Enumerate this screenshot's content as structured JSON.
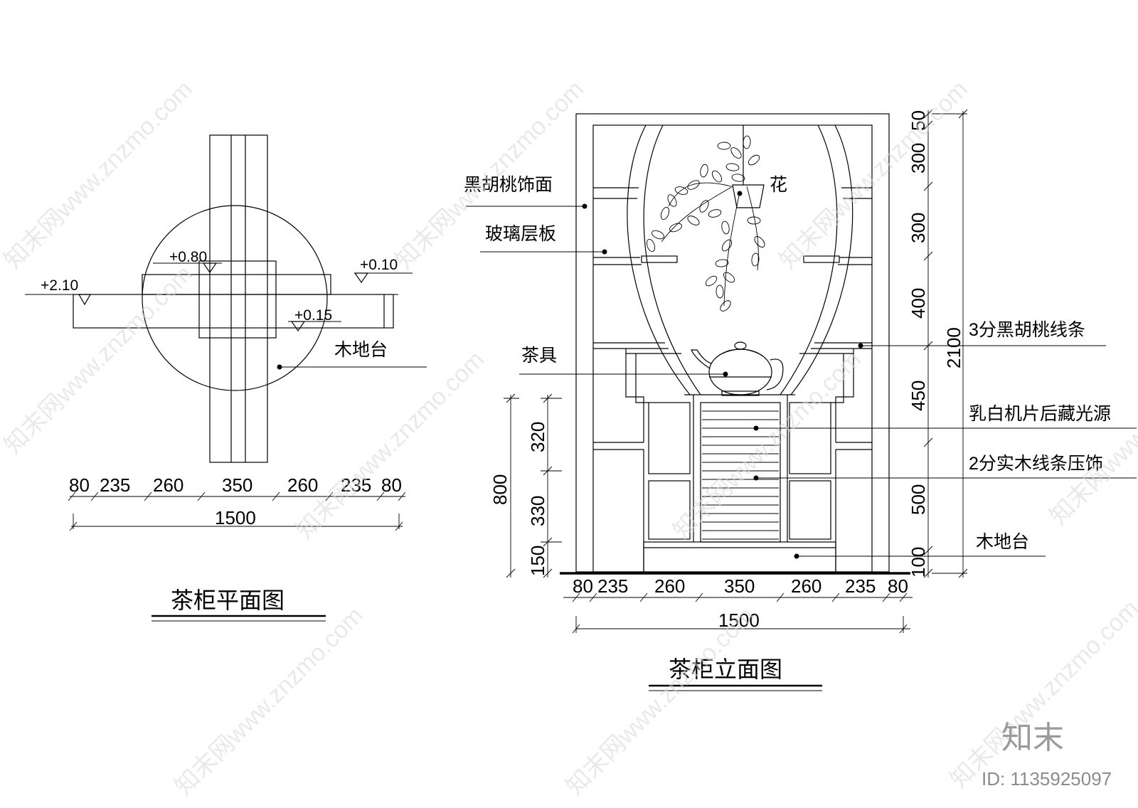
{
  "plan": {
    "title": "茶柜平面图",
    "levels": [
      "+0.80",
      "+0.10",
      "+2.10",
      "+0.15"
    ],
    "label_platform": "木地台",
    "dims": [
      "80",
      "235",
      "260",
      "350",
      "260",
      "235",
      "80"
    ],
    "total": "1500"
  },
  "elevation": {
    "title": "茶柜立面图",
    "labels": {
      "walnut_face": "黑胡桃饰面",
      "glass_shelf": "玻璃层板",
      "flower": "花",
      "tea_set": "茶具",
      "walnut_trim": "3分黑胡桃线条",
      "light_panel": "乳白机片后藏光源",
      "wood_trim": "2分实木线条压饰",
      "platform": "木地台"
    },
    "dims_bottom": [
      "80",
      "235",
      "260",
      "350",
      "260",
      "235",
      "80"
    ],
    "total_width": "1500",
    "dims_right": [
      "50",
      "300",
      "300",
      "400",
      "450",
      "500",
      "100"
    ],
    "total_height": "2100",
    "dims_left": [
      "320",
      "330",
      "150"
    ],
    "left_total": "800"
  },
  "watermark": {
    "text": "知末网www.znzmo.com",
    "brand": "知末",
    "id": "ID: 1135925097"
  }
}
